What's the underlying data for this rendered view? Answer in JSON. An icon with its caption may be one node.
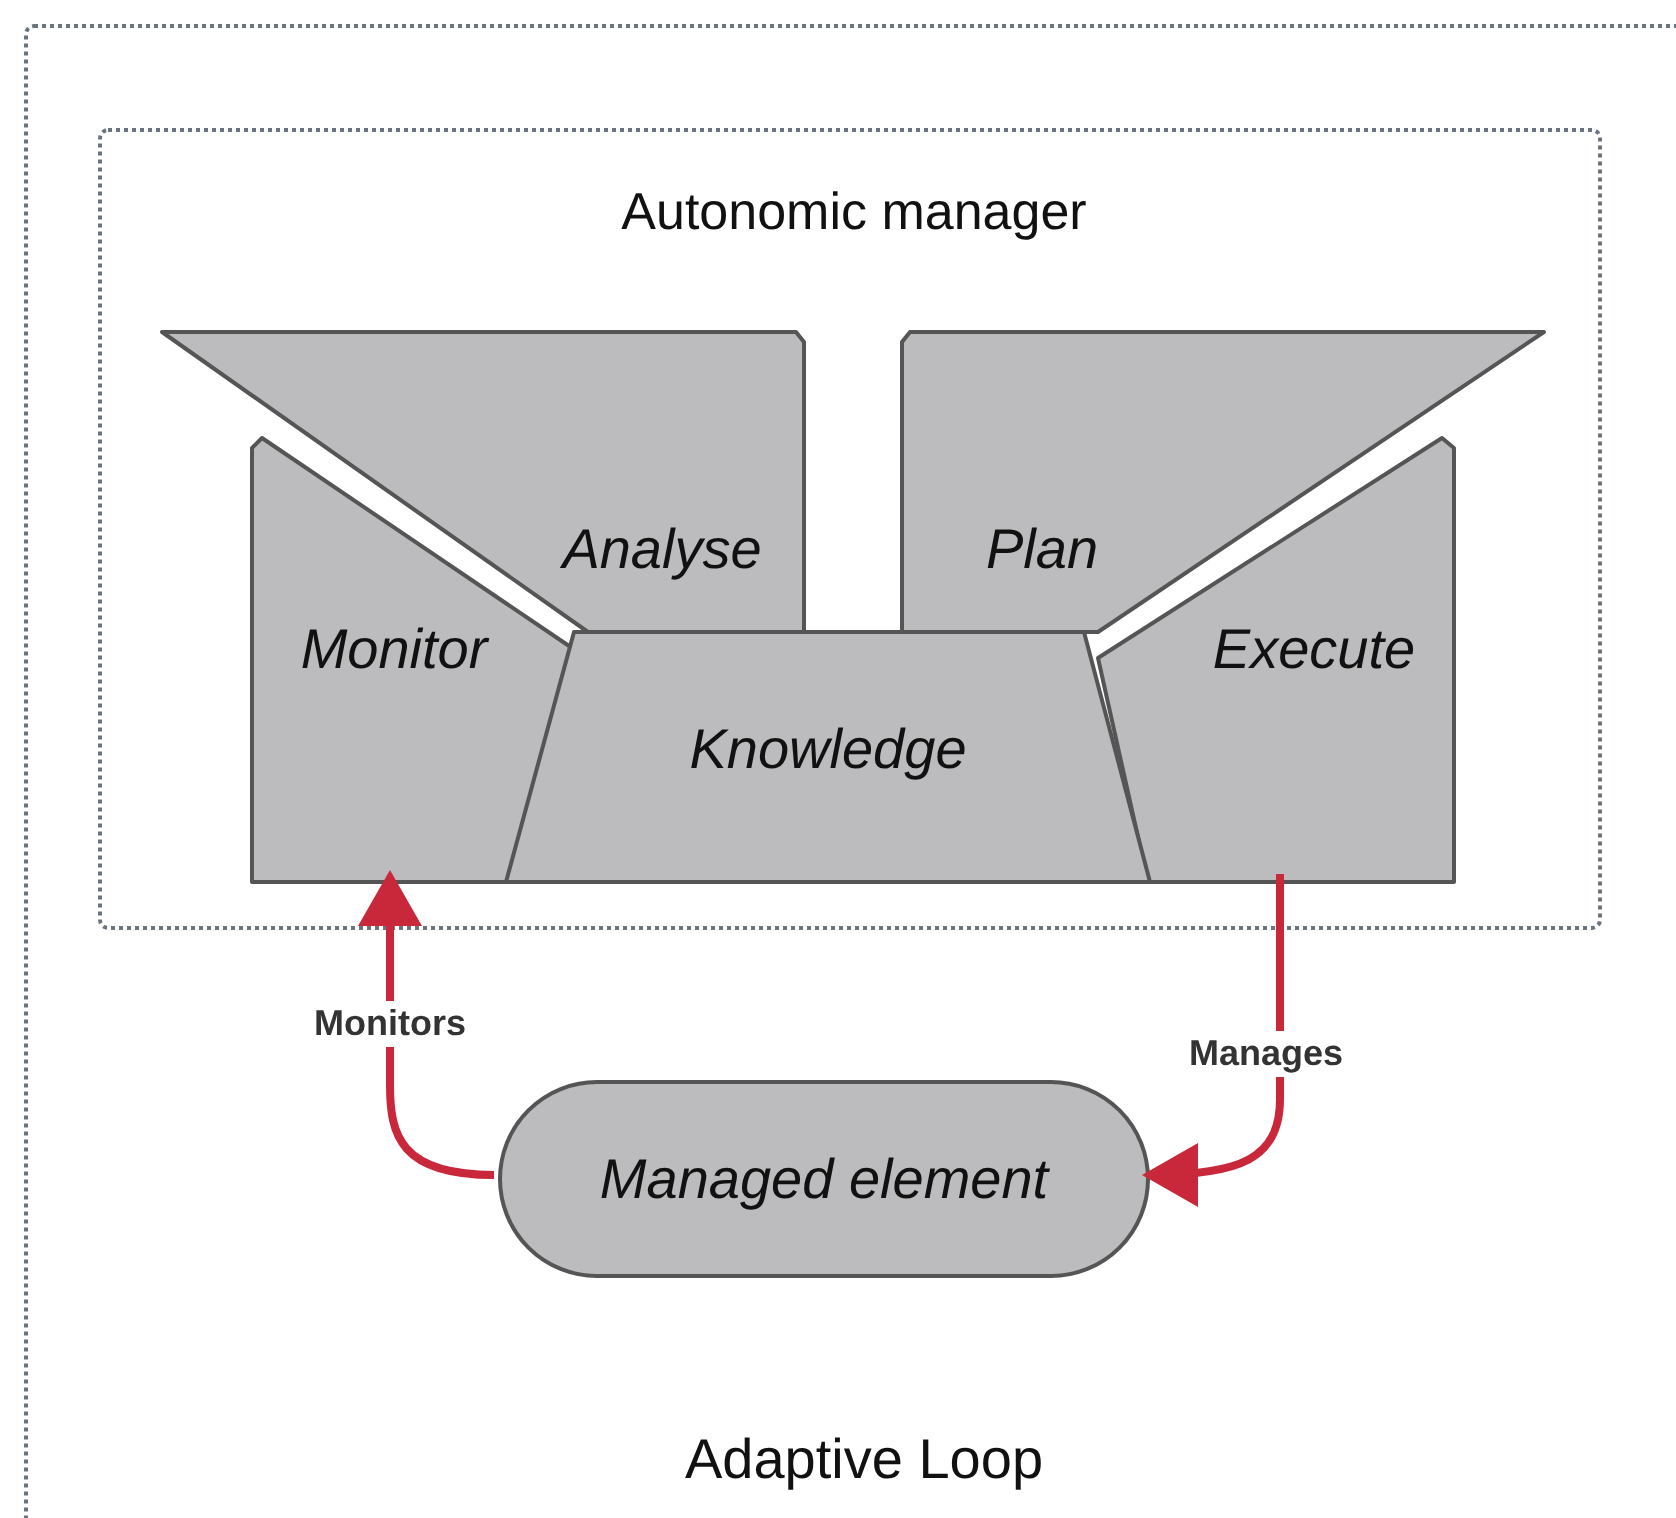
{
  "diagram": {
    "nodes": [
      {
        "text": [
          "Adaptive Loop"
        ]
      },
      {
        "text": [
          "Autonomic manager"
        ],
        "in": 0
      },
      {
        "text": [
          "Monitor"
        ],
        "in": 1
      },
      {
        "text": [
          "Analyse"
        ],
        "in": 1
      },
      {
        "text": [
          "Plan"
        ],
        "in": 1
      },
      {
        "text": [
          "Execute"
        ],
        "in": 1
      },
      {
        "text": [
          "Knowledge"
        ],
        "in": 1
      },
      {
        "text": [
          "Managed element"
        ],
        "in": 0
      }
    ],
    "edges": [
      {
        "from": 7,
        "to": 2,
        "arrow": "to",
        "label": "Monitors"
      },
      {
        "from": 5,
        "to": 7,
        "arrow": "to",
        "label": "Manages"
      }
    ]
  }
}
